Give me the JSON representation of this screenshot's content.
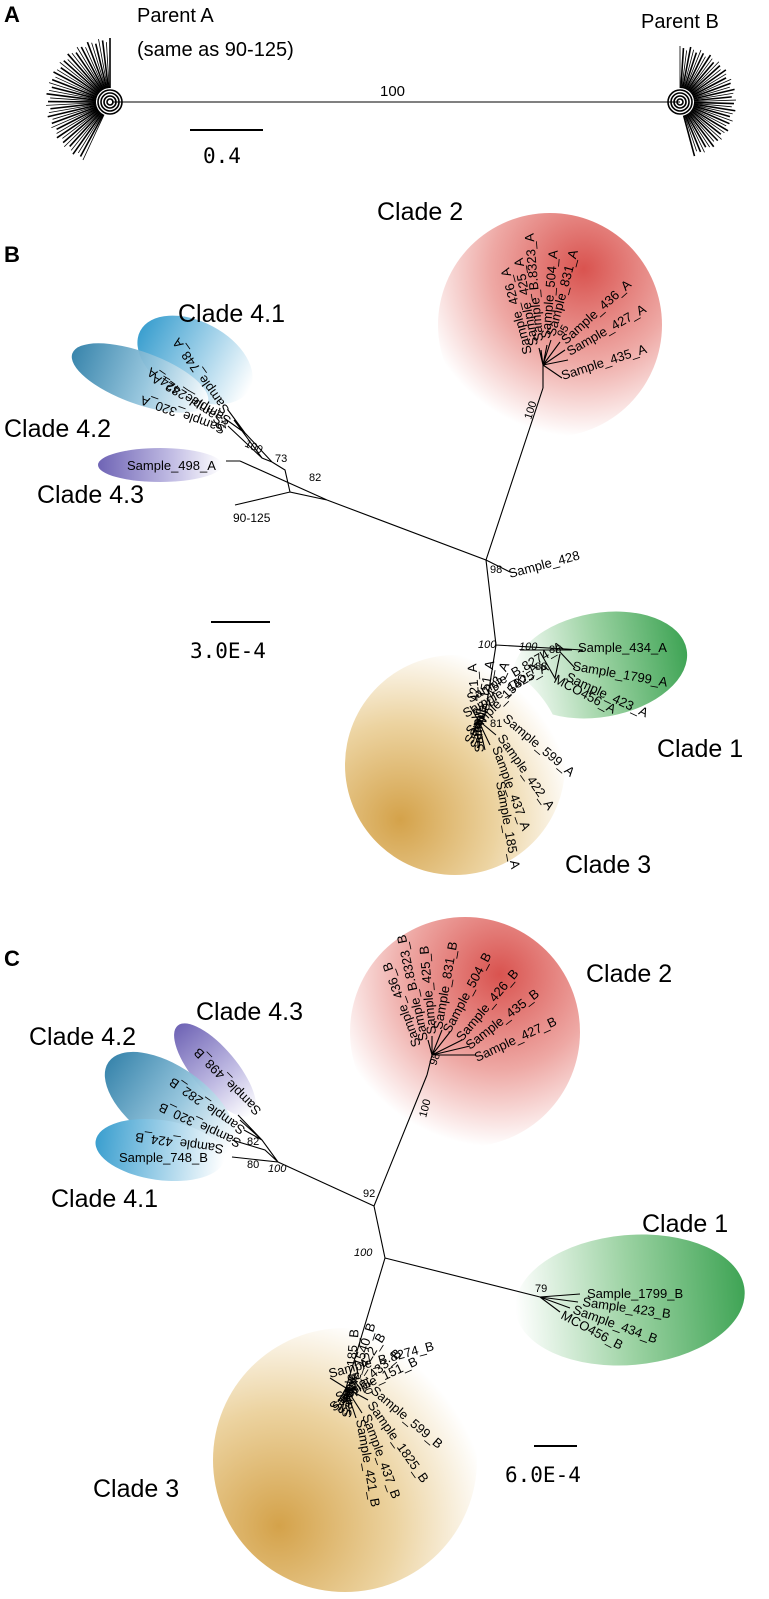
{
  "panels": {
    "a": "A",
    "b": "B",
    "c": "C"
  },
  "panel_a": {
    "parent_a": "Parent A",
    "parent_a_note": "(same as 90-125)",
    "parent_b": "Parent B",
    "bootstrap": "100",
    "scale": "0.4"
  },
  "panel_b": {
    "scale": "3.0E-4",
    "clades": {
      "c1": "Clade 1",
      "c2": "Clade 2",
      "c3": "Clade 3",
      "c41": "Clade 4.1",
      "c42": "Clade 4.2",
      "c43": "Clade 4.3"
    },
    "leaves": {
      "s426": "Sample_426_A",
      "s425": "Sample_425_A",
      "sb8323": "Sample_B.8323_A",
      "s504": "Sample_504_A",
      "s831": "Sample_831_A",
      "s436": "Sample_436_A",
      "s427": "Sample_427_A",
      "s435": "Sample_435_A",
      "s748": "Sample_748_A",
      "s424": "Sample_424_A",
      "s282": "Sample_282_A",
      "s320": "Sample_320_A",
      "s498": "Sample_498_A",
      "s90125": "90-125",
      "s428": "Sample_428",
      "s434": "Sample_434_A",
      "s1799": "Sample_1799_A",
      "s423": "Sample_423_A",
      "mco": "MCO456_A",
      "sb8274": "Sample_B.8274_A",
      "s1825": "Sample_1825_A",
      "s1540": "Sample_1540_A",
      "s433": "Sample_433_A",
      "s151": "Sample_151_A",
      "s421": "Sample_421_A",
      "s185": "Sample_185_A",
      "s437": "Sample_437_A",
      "s422": "Sample_422_A",
      "s599": "Sample_599_A"
    },
    "boots": {
      "b95": "95",
      "b100c2": "100",
      "b97": "97",
      "b100c4": "100",
      "b73": "73",
      "b82": "82",
      "b98": "98",
      "b100c1a": "100",
      "b85": "85",
      "b88": "88",
      "b100root": "100",
      "b81": "81"
    }
  },
  "panel_c": {
    "scale": "6.0E-4",
    "clades": {
      "c1": "Clade 1",
      "c2": "Clade 2",
      "c3": "Clade 3",
      "c41": "Clade 4.1",
      "c42": "Clade 4.2",
      "c43": "Clade 4.3"
    },
    "leaves": {
      "s436": "Sample_436_B",
      "sb8323": "Sample_B.8323_B",
      "s425": "Sample_425_B",
      "s831": "Sample_831_B",
      "s504": "Sample_504_B",
      "s426": "Sample_426_B",
      "s435": "Sample_435_B",
      "s427": "Sample_427_B",
      "s498": "Sample_498_B",
      "s282": "Sample_282_B",
      "s320": "Sample_320_B",
      "s424": "Sample_424_B",
      "s748": "Sample_748_B",
      "s1799": "Sample_1799_B",
      "s423": "Sample_423_B",
      "s434": "Sample_434_B",
      "mco": "MCO456_B",
      "sb8274": "Sample_B.8274_B",
      "s151": "Sample_151_B",
      "s433": "Sample_433_B",
      "s422": "Sample_422_B",
      "s1540": "Sample_1540_B",
      "s185": "Sample_185_B",
      "s421": "Sample_421_B",
      "s437": "Sample_437_B",
      "s1825": "Sample_1825_B",
      "s599": "Sample_599_B"
    },
    "boots": {
      "b98": "98",
      "b100c2": "100",
      "b82": "82",
      "b80": "80",
      "b100c4": "100",
      "b92": "92",
      "b100root": "100",
      "b79": "79",
      "b100c3": "100"
    }
  }
}
